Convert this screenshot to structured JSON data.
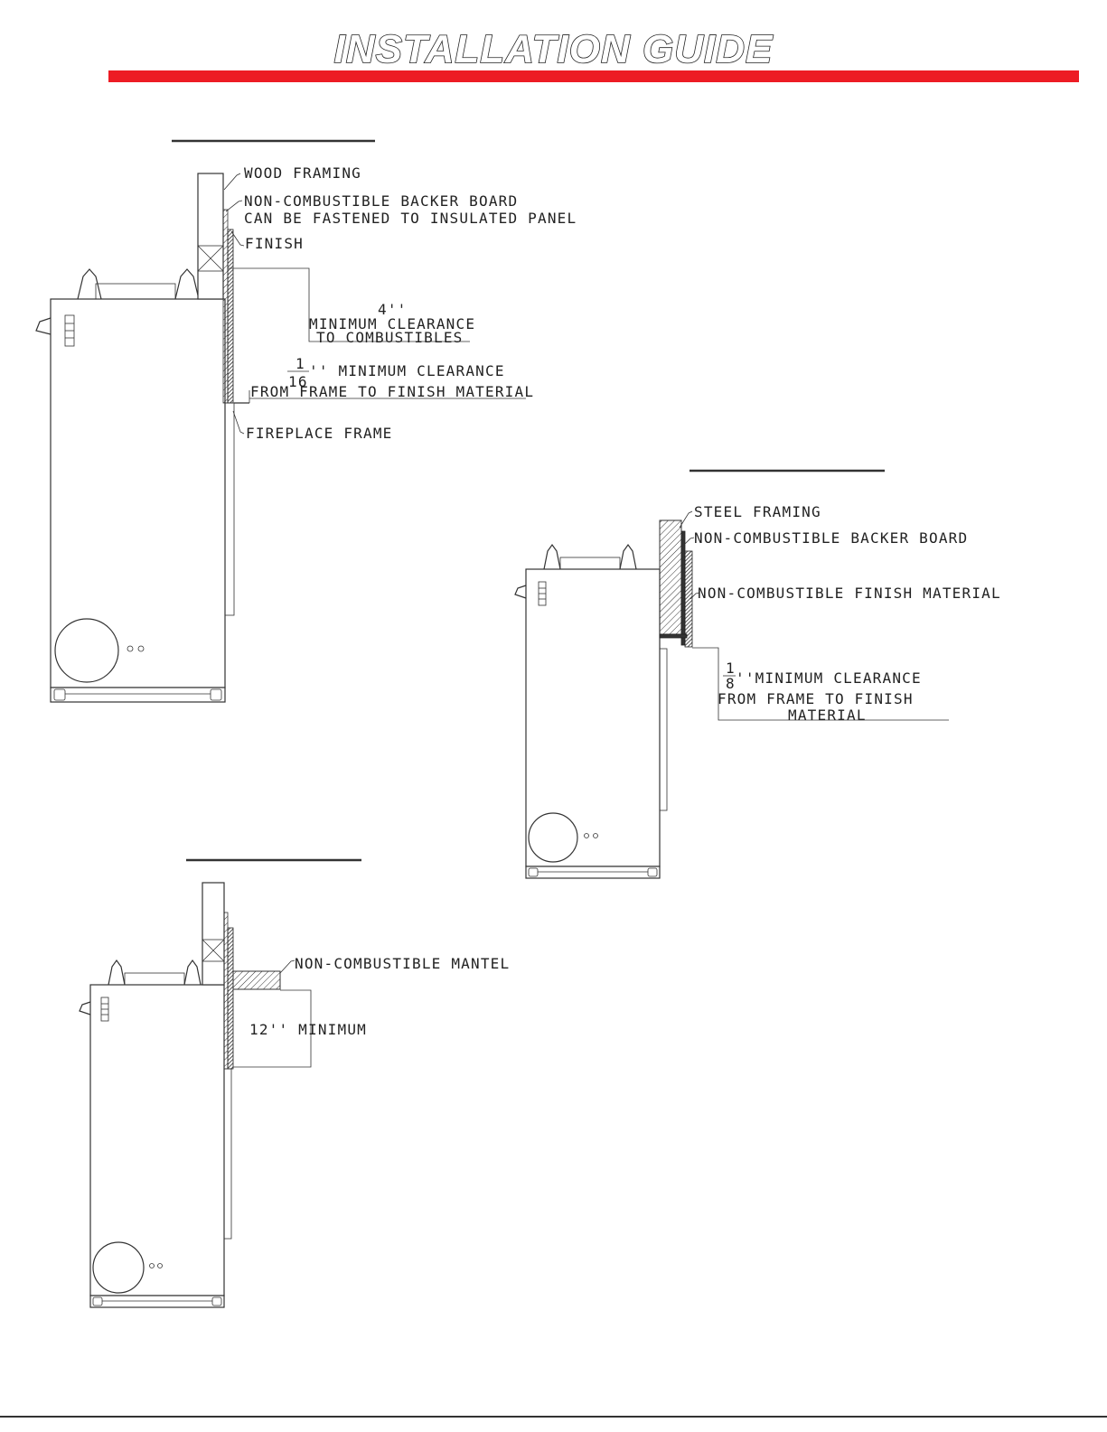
{
  "header": {
    "title": "INSTALLATION GUIDE"
  },
  "colors": {
    "accent": "#ed1c24",
    "line": "#333333"
  },
  "wood_framing": {
    "wood_framing": "WOOD FRAMING",
    "backer_board": "NON-COMBUSTIBLE BACKER BOARD",
    "backer_note": "CAN BE FASTENED TO INSULATED PANEL",
    "finish": "FINISH",
    "clearance_value": "4''",
    "clearance_line1": "MINIMUM CLEARANCE",
    "clearance_line2": "TO COMBUSTIBLES",
    "frac_num": "1",
    "frac_den": "16",
    "frame_clear_line1": "'' MINIMUM CLEARANCE",
    "frame_clear_line2": "FROM FRAME TO FINISH MATERIAL",
    "fireplace_frame": "FIREPLACE FRAME"
  },
  "steel_framing": {
    "steel_framing": "STEEL FRAMING",
    "backer_board": "NON-COMBUSTIBLE BACKER BOARD",
    "finish_material": "NON-COMBUSTIBLE FINISH MATERIAL",
    "frac_num": "1",
    "frac_den": "8",
    "clear_line1": "''MINIMUM CLEARANCE",
    "clear_line2": "FROM FRAME TO FINISH",
    "clear_line3": "MATERIAL"
  },
  "mantel": {
    "mantel": "NON-COMBUSTIBLE MANTEL",
    "minimum": "12'' MINIMUM"
  }
}
